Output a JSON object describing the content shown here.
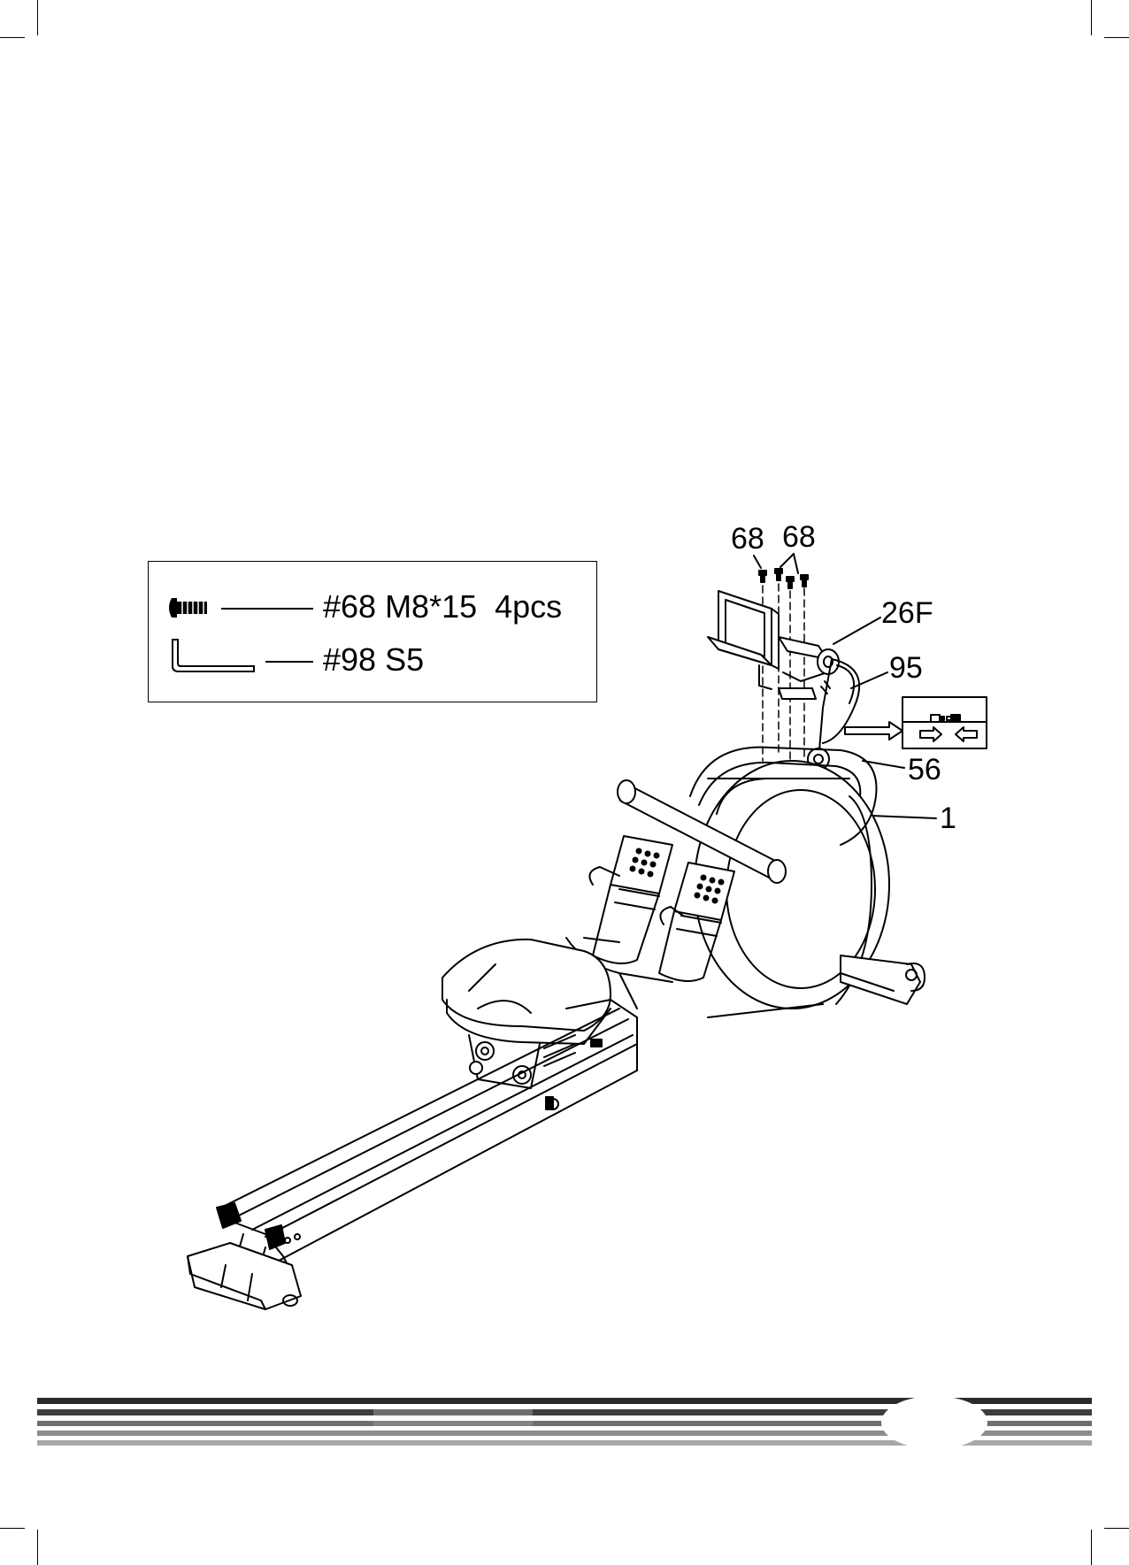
{
  "parts_list": {
    "items": [
      {
        "number": "#68 M8*15  4pcs",
        "icon": "bolt-icon"
      },
      {
        "number": "#98 S5",
        "icon": "allen-key-icon"
      }
    ]
  },
  "callouts": {
    "bolt_left": "68",
    "bolt_right": "68",
    "part_26f": "26F",
    "part_95": "95",
    "part_56": "56",
    "part_1": "1"
  },
  "diagram": {
    "subject": "rowing-machine",
    "detail_icon": "cable-connector-icon"
  },
  "colors": {
    "ink": "#000000",
    "stripe_dark": "#2b2b2b",
    "stripe_mid": "#6e6e6e",
    "stripe_light": "#a8a8a8"
  }
}
